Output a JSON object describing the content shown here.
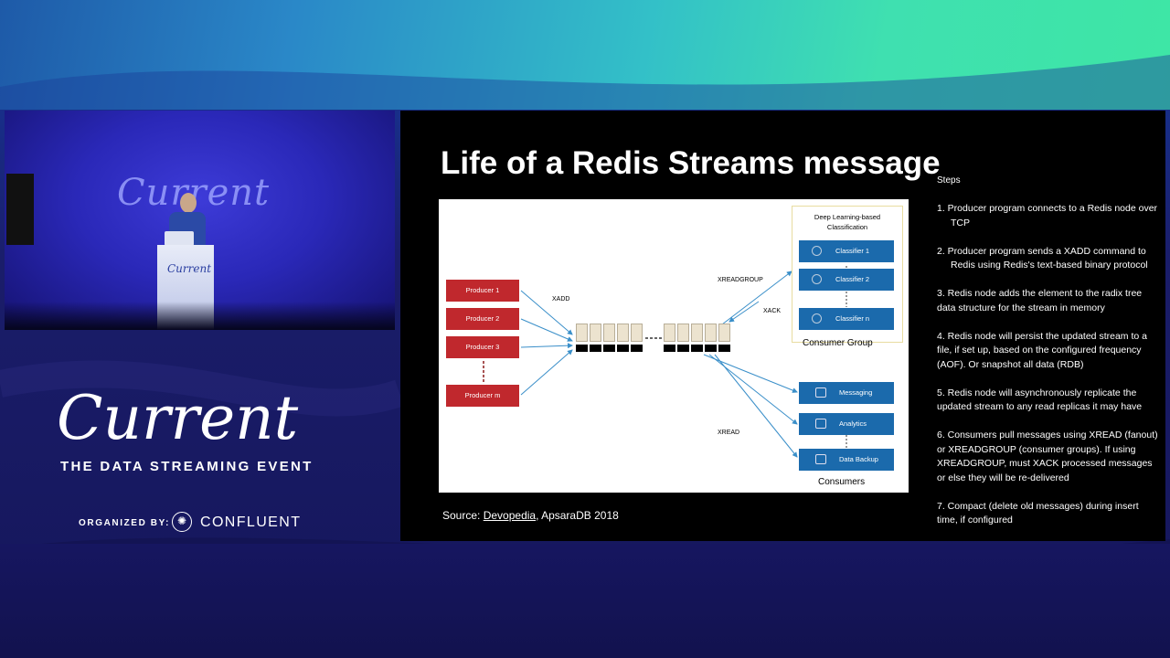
{
  "camera": {
    "stage_logo": "Current",
    "podium_logo": "Current"
  },
  "branding": {
    "logo": "Current",
    "tagline": "THE DATA STREAMING EVENT",
    "organized_by": "ORGANIZED BY:",
    "organizer": "CONFLUENT"
  },
  "slide": {
    "title": "Life of a Redis Streams message",
    "source_prefix": "Source: ",
    "source_link": "Devopedia",
    "source_suffix": ", ApsaraDB 2018",
    "steps_heading": "Steps",
    "steps": [
      "1.  Producer program connects to a Redis node over TCP",
      "2.  Producer program sends a XADD command to Redis using Redis's text-based binary protocol",
      "3.  Redis node adds the element to the radix tree data structure for the stream in memory",
      "4. Redis node will persist the updated stream to a file, if set up, based on the configured frequency (AOF). Or snapshot all data (RDB)",
      "5. Redis node will asynchronously replicate the updated stream to any read replicas it may have",
      "6. Consumers pull messages using XREAD (fanout) or XREADGROUP (consumer groups). If using XREADGROUP, must XACK processed messages or else they will be re-delivered",
      "7. Compact (delete old messages) during insert time, if configured"
    ],
    "diagram": {
      "producers": [
        "Producer 1",
        "Producer 2",
        "Producer 3",
        "Producer m"
      ],
      "xadd": "XADD",
      "xreadgroup": "XREADGROUP",
      "xack": "XACK",
      "xread": "XREAD",
      "cg_title_line1": "Deep Learning-based",
      "cg_title_line2": "Classification",
      "classifiers": [
        "Classifier 1",
        "Classifier 2",
        "Classifier n"
      ],
      "consumer_group": "Consumer Group",
      "consumers": [
        "Messaging",
        "Analytics",
        "Data Backup"
      ],
      "consumers_label": "Consumers"
    }
  }
}
